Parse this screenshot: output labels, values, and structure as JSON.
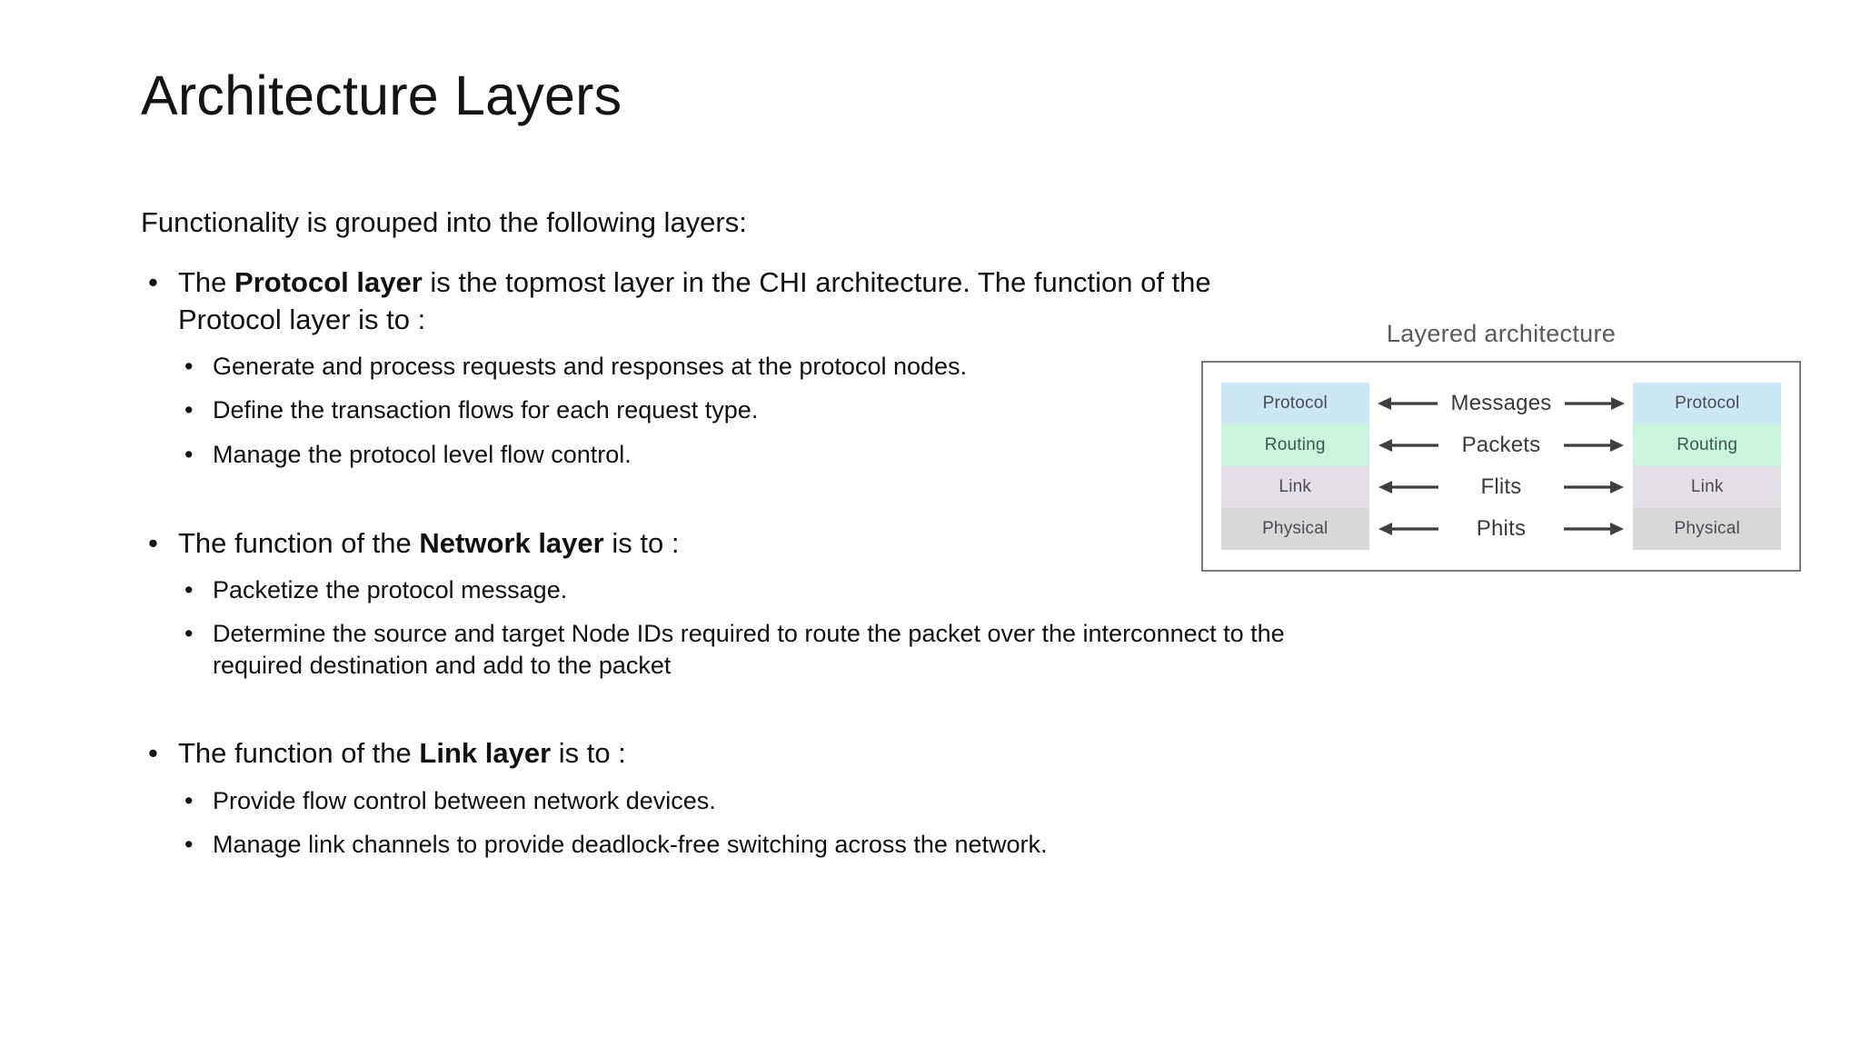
{
  "slide": {
    "title": "Architecture Layers",
    "intro": "Functionality is grouped into the following layers:",
    "bullet_glyph": "•"
  },
  "bullets": [
    {
      "text_before": "The ",
      "bold": "Protocol layer",
      "text_after": " is the topmost layer in the CHI architecture. The function of the Protocol layer is to :",
      "children": [
        "Generate and process requests and responses at the protocol nodes.",
        "Define the transaction flows for each request type.",
        "Manage the protocol level flow control."
      ]
    },
    {
      "text_before": "The function of the ",
      "bold": "Network layer",
      "text_after": " is to :",
      "children": [
        "Packetize the protocol message.",
        "Determine the source and target Node IDs required to route the packet over the interconnect to the required destination and add to the packet"
      ]
    },
    {
      "text_before": "The function of the ",
      "bold": "Link layer",
      "text_after": " is to :",
      "children": [
        "Provide flow control between network devices.",
        "Manage link channels to provide deadlock-free switching across the network."
      ]
    }
  ],
  "diagram": {
    "caption": "Layered architecture",
    "left_layers": [
      "Protocol",
      "Routing",
      "Link",
      "Physical"
    ],
    "right_layers": [
      "Protocol",
      "Routing",
      "Link",
      "Physical"
    ],
    "middle_labels": [
      "Messages",
      "Packets",
      "Flits",
      "Phits"
    ],
    "colors": {
      "protocol": "#cbe7f5",
      "routing": "#caf5dc",
      "link": "#e4dfe6",
      "physical": "#d8d8d8",
      "frame_border": "#7c7c7c",
      "caption_text": "#5a5a5a",
      "arrow": "#3f3f3f"
    }
  }
}
